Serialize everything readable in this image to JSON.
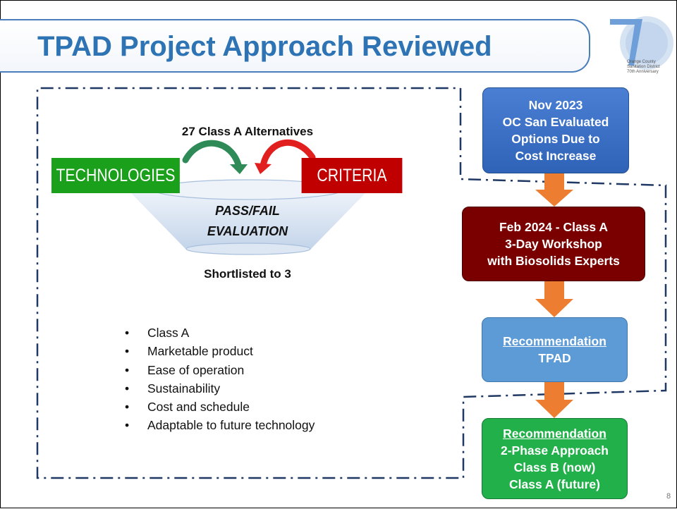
{
  "slide": {
    "title": "TPAD Project Approach Reviewed",
    "page_number": "8",
    "logo": {
      "text_line1": "Orange County",
      "text_line2": "Sanitation District",
      "text_line3": "70th Anniversary",
      "logo_digit": "70"
    }
  },
  "funnel": {
    "alternatives_label": "27 Class A Alternatives",
    "technologies_label": "TECHNOLOGIES",
    "criteria_label": "CRITERIA",
    "evaluation_line1": "PASS/FAIL",
    "evaluation_line2": "EVALUATION",
    "shortlisted_label": "Shortlisted to 3"
  },
  "criteria_list": [
    "Class A",
    "Marketable product",
    "Ease of operation",
    "Sustainability",
    "Cost and schedule",
    "Adaptable to future technology"
  ],
  "flow": [
    {
      "lines": [
        "Nov 2023",
        "OC San Evaluated",
        "Options Due to",
        "Cost Increase"
      ]
    },
    {
      "lines": [
        "Feb 2024 - Class A",
        "3-Day Workshop",
        "with Biosolids Experts"
      ]
    },
    {
      "heading": "Recommendation",
      "lines": [
        "TPAD"
      ]
    },
    {
      "heading": "Recommendation",
      "lines": [
        "2-Phase Approach",
        "Class B (now)",
        "Class A (future)"
      ]
    }
  ],
  "colors": {
    "title": "#2e74b5",
    "technologies": "#1aa01a",
    "criteria": "#c00000",
    "box_nov_2023": "#3a6fc6",
    "box_feb_2024": "#7a0000",
    "box_tpad": "#5d9bd6",
    "box_two_phase": "#22b04a",
    "arrow": "#ed7d31",
    "dashed_border": "#1f3864"
  }
}
